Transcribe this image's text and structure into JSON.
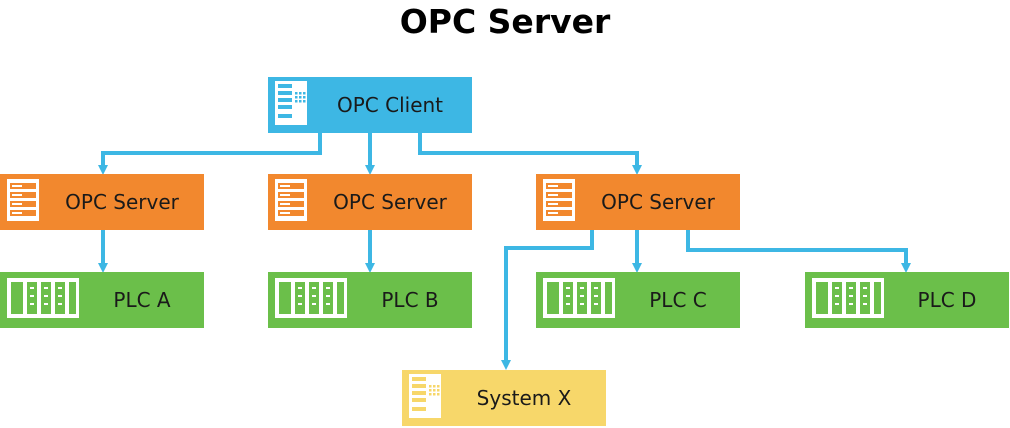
{
  "title": "OPC Server",
  "colors": {
    "client": "#3db7e4",
    "server": "#f2882e",
    "plc": "#6bbf4a",
    "system": "#f7d76a",
    "connector": "#3db7e4"
  },
  "nodes": {
    "client": {
      "label": "OPC Client",
      "icon": "terminal-icon"
    },
    "server1": {
      "label": "OPC Server",
      "icon": "server-rack-icon"
    },
    "server2": {
      "label": "OPC Server",
      "icon": "server-rack-icon"
    },
    "server3": {
      "label": "OPC Server",
      "icon": "server-rack-icon"
    },
    "plc_a": {
      "label": "PLC A",
      "icon": "plc-modules-icon"
    },
    "plc_b": {
      "label": "PLC B",
      "icon": "plc-modules-icon"
    },
    "plc_c": {
      "label": "PLC C",
      "icon": "plc-modules-icon"
    },
    "plc_d": {
      "label": "PLC D",
      "icon": "plc-modules-icon"
    },
    "system_x": {
      "label": "System X",
      "icon": "terminal-icon"
    }
  }
}
